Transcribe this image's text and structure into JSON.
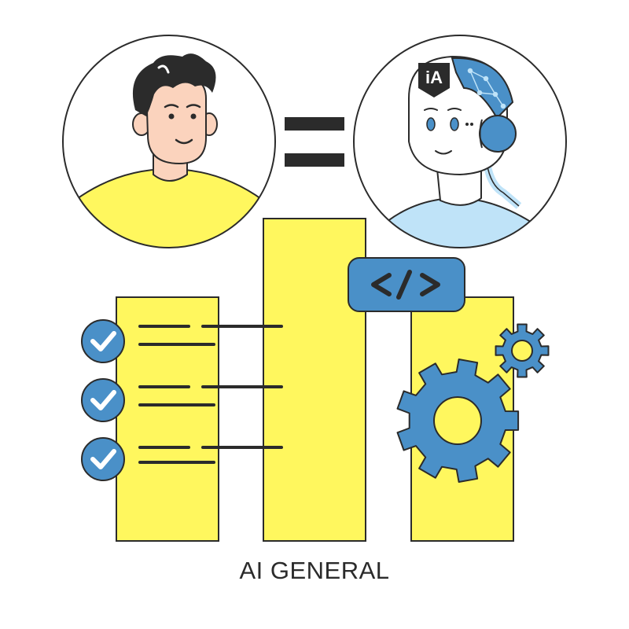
{
  "caption": "AI GENERAL",
  "ai_badge": "iA",
  "code_tag_icon": "code-brackets-icon",
  "checklist": {
    "item_count": 3,
    "icon": "checkmark-icon"
  },
  "colors": {
    "yellow": "#fff75e",
    "blue": "#4a90c8",
    "light_blue": "#bfe3f8",
    "outline": "#2b2b2b",
    "skin": "#fbd3bd",
    "hair": "#2b2b2b"
  }
}
